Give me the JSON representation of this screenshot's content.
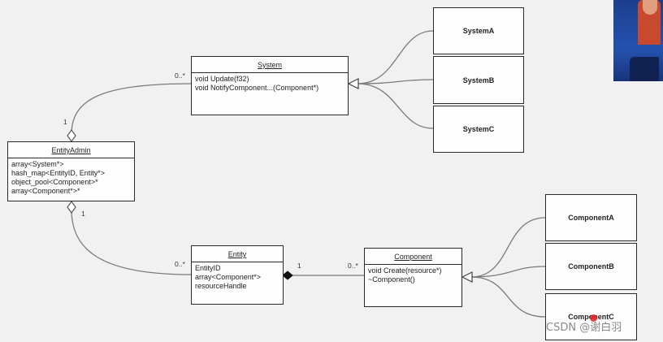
{
  "classes": {
    "system": {
      "title": "System",
      "members": [
        "void Update(f32)",
        "void NotifyComponent...(Component*)"
      ]
    },
    "entity_admin": {
      "title": "EntityAdmin",
      "members": [
        "array<System*>",
        "hash_map<EntityID, Entity*>",
        "object_pool<Component>*",
        "array<Component*>*"
      ]
    },
    "entity": {
      "title": "Entity",
      "members": [
        "EntityID",
        "array<Component*>",
        "resourceHandle"
      ]
    },
    "component": {
      "title": "Component",
      "members": [
        "void Create(resource*)",
        "~Component()"
      ]
    },
    "system_a": {
      "title": "SystemA"
    },
    "system_b": {
      "title": "SystemB"
    },
    "system_c": {
      "title": "SystemC"
    },
    "component_a": {
      "title": "ComponentA"
    },
    "component_b": {
      "title": "ComponentB"
    },
    "component_c": {
      "title": "ComponentC"
    }
  },
  "multiplicities": {
    "admin_system_admin_end": "1",
    "admin_system_system_end": "0..*",
    "admin_entity_admin_end": "1",
    "admin_entity_entity_end": "0..*",
    "entity_component_entity_end": "1",
    "entity_component_component_end": "0..*"
  },
  "watermark": "CSDN @谢白羽",
  "colors": {
    "background": "#f1f1f1",
    "lines": "#7a7a7a",
    "box_border": "#2a2a2a",
    "cursor_dot": "#e02020",
    "webcam_bg": "#2452b0"
  }
}
